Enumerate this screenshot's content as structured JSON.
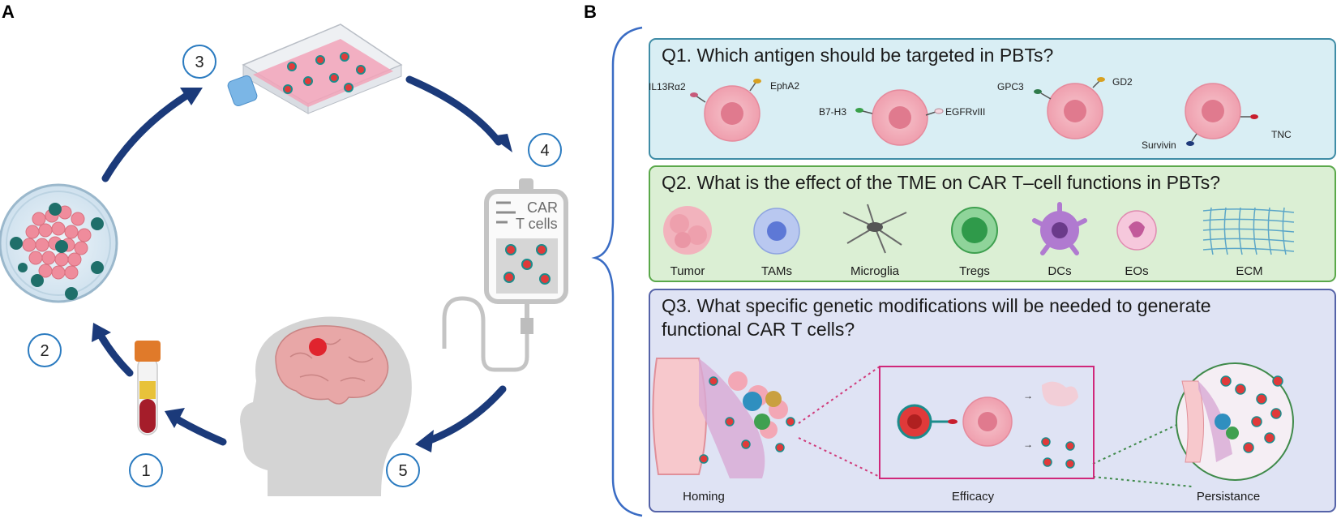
{
  "panel_a": {
    "letter": "A",
    "steps": [
      "1",
      "2",
      "3",
      "4",
      "5"
    ],
    "bag_label_line1": "CAR",
    "bag_label_line2": "T cells"
  },
  "panel_b": {
    "letter": "B",
    "q1": {
      "title": "Q1. Which antigen should be targeted in PBTs?",
      "antigens": [
        "IL13Rα2",
        "EphA2",
        "B7-H3",
        "EGFRvIII",
        "GPC3",
        "GD2",
        "Survivin",
        "TNC"
      ]
    },
    "q2": {
      "title": "Q2. What is the effect of the TME on CAR T–cell functions in PBTs?",
      "components": [
        "Tumor",
        "TAMs",
        "Microglia",
        "Tregs",
        "DCs",
        "EOs",
        "ECM"
      ]
    },
    "q3": {
      "title_line1": "Q3. What specific genetic modifications will be needed to generate",
      "title_line2": "functional CAR T cells?",
      "labels": [
        "Homing",
        "Efficacy",
        "Persistance"
      ]
    }
  },
  "colors": {
    "arrow": "#1b3a7a",
    "circle": "#2b7bc0",
    "q1_bg": "#d9eef4",
    "q1_border": "#3f8ca6",
    "q2_bg": "#dbefd4",
    "q2_border": "#5aa84a",
    "q3_bg": "#dfe3f4",
    "q3_border": "#5563a8",
    "tumor_cell": "#f0a9b5",
    "car_t": "#e03a3a",
    "receptor": "#1c8c8c",
    "brace": "#3a6cc4"
  }
}
